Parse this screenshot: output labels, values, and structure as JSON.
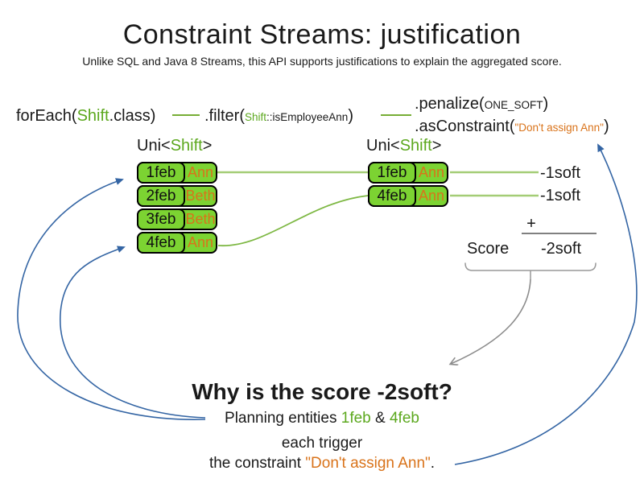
{
  "title": "Constraint Streams: justification",
  "subtitle": "Unlike SQL and Java 8 Streams, this API supports justifications to explain the aggregated score.",
  "colors": {
    "green_text": "#5ca81e",
    "box_green": "#7cd332",
    "line_green_light": "#a4cd76",
    "line_green_dark": "#76ad35",
    "blue": "#3465a4",
    "orange": "#d9731a",
    "gray": "#8c8c8c"
  },
  "code": {
    "foreach": {
      "fn": "forEach(",
      "arg_class": "Shift",
      "suffix": ".class)"
    },
    "filter": {
      "fn": ".filter(",
      "arg_class": "Shift",
      "arg_rest": "::isEmployeeAnn",
      "close": ")"
    },
    "penalize": {
      "fn": ".penalize(",
      "arg": "ONE_SOFT",
      "close": ")"
    },
    "as_constraint": {
      "fn": ".asConstraint(",
      "arg": "\"Don't assign Ann\"",
      "close": ")"
    }
  },
  "streams": {
    "left": {
      "type_label": {
        "prefix": "Uni<",
        "param": "Shift",
        "suffix": ">"
      },
      "rows": [
        {
          "date": "1feb",
          "employee": "Ann"
        },
        {
          "date": "2feb",
          "employee": "Beth"
        },
        {
          "date": "3feb",
          "employee": "Beth"
        },
        {
          "date": "4feb",
          "employee": "Ann"
        }
      ]
    },
    "right": {
      "type_label": {
        "prefix": "Uni<",
        "param": "Shift",
        "suffix": ">"
      },
      "rows": [
        {
          "date": "1feb",
          "employee": "Ann"
        },
        {
          "date": "4feb",
          "employee": "Ann"
        }
      ]
    }
  },
  "scores": {
    "penalty1": "-1soft",
    "penalty2": "-1soft",
    "plus": "+",
    "score_label": "Score",
    "total": "-2soft"
  },
  "explanation": {
    "heading": "Why is the score -2soft?",
    "line1": {
      "prefix": "Planning entities ",
      "entity1": "1feb",
      "amp": " & ",
      "entity2": "4feb"
    },
    "line2": "each trigger",
    "line3": {
      "prefix": "the constraint ",
      "constraint": "\"Don't assign Ann\"",
      "suffix": "."
    }
  }
}
